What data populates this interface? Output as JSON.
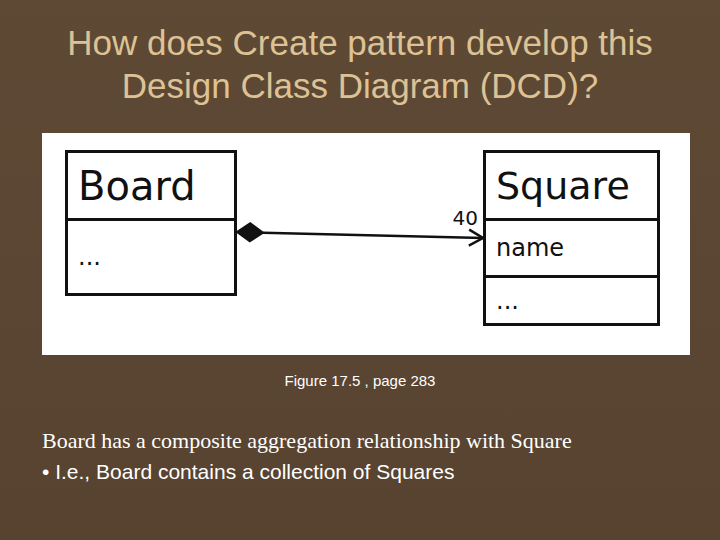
{
  "diagram": {
    "title": "How does Create pattern develop this Design Class Diagram (DCD)?",
    "caption": "Figure 17.5 , page 283",
    "nodes": [
      {
        "text": [
          "Board",
          "..."
        ]
      },
      {
        "text": [
          "Square",
          "name",
          "..."
        ]
      }
    ],
    "edges": [
      {
        "from": 0,
        "to": 1,
        "arrow": "both",
        "label": "40"
      }
    ],
    "labels": [
      "Board has a composite aggregation relationship with Square",
      "• I.e., Board contains a collection of Squares"
    ]
  }
}
